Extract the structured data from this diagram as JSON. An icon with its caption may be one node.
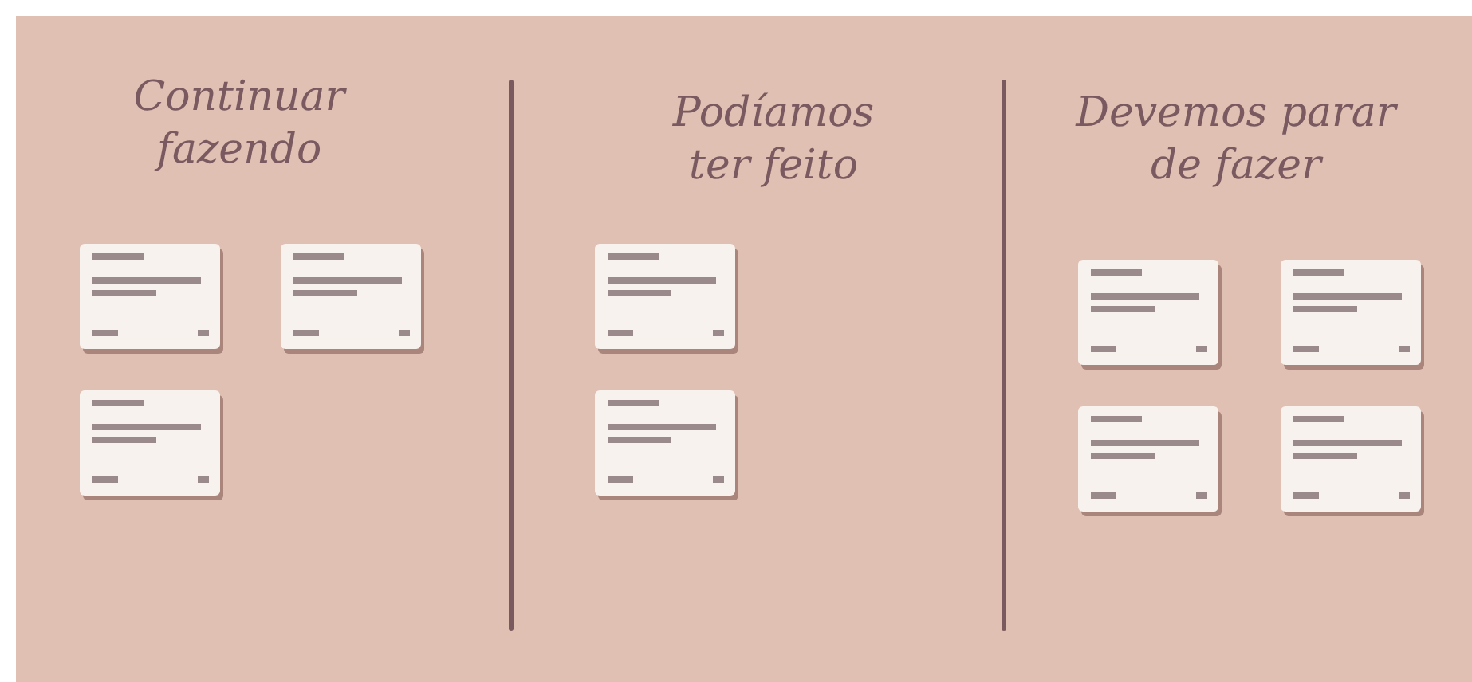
{
  "diagram": {
    "nodes": [
      {
        "text": [],
        "shape": "box"
      },
      {
        "text": [],
        "shape": "box"
      },
      {
        "text": [],
        "shape": "box"
      },
      {
        "text": [],
        "shape": "box"
      },
      {
        "text": [],
        "shape": "box"
      },
      {
        "text": [],
        "shape": "box"
      },
      {
        "text": [],
        "shape": "box"
      },
      {
        "text": [],
        "shape": "box"
      },
      {
        "text": [],
        "shape": "box"
      }
    ],
    "labels": [
      "Continuar fazendo",
      "Podíamos ter feito",
      "Devemos parar de fazer"
    ]
  }
}
